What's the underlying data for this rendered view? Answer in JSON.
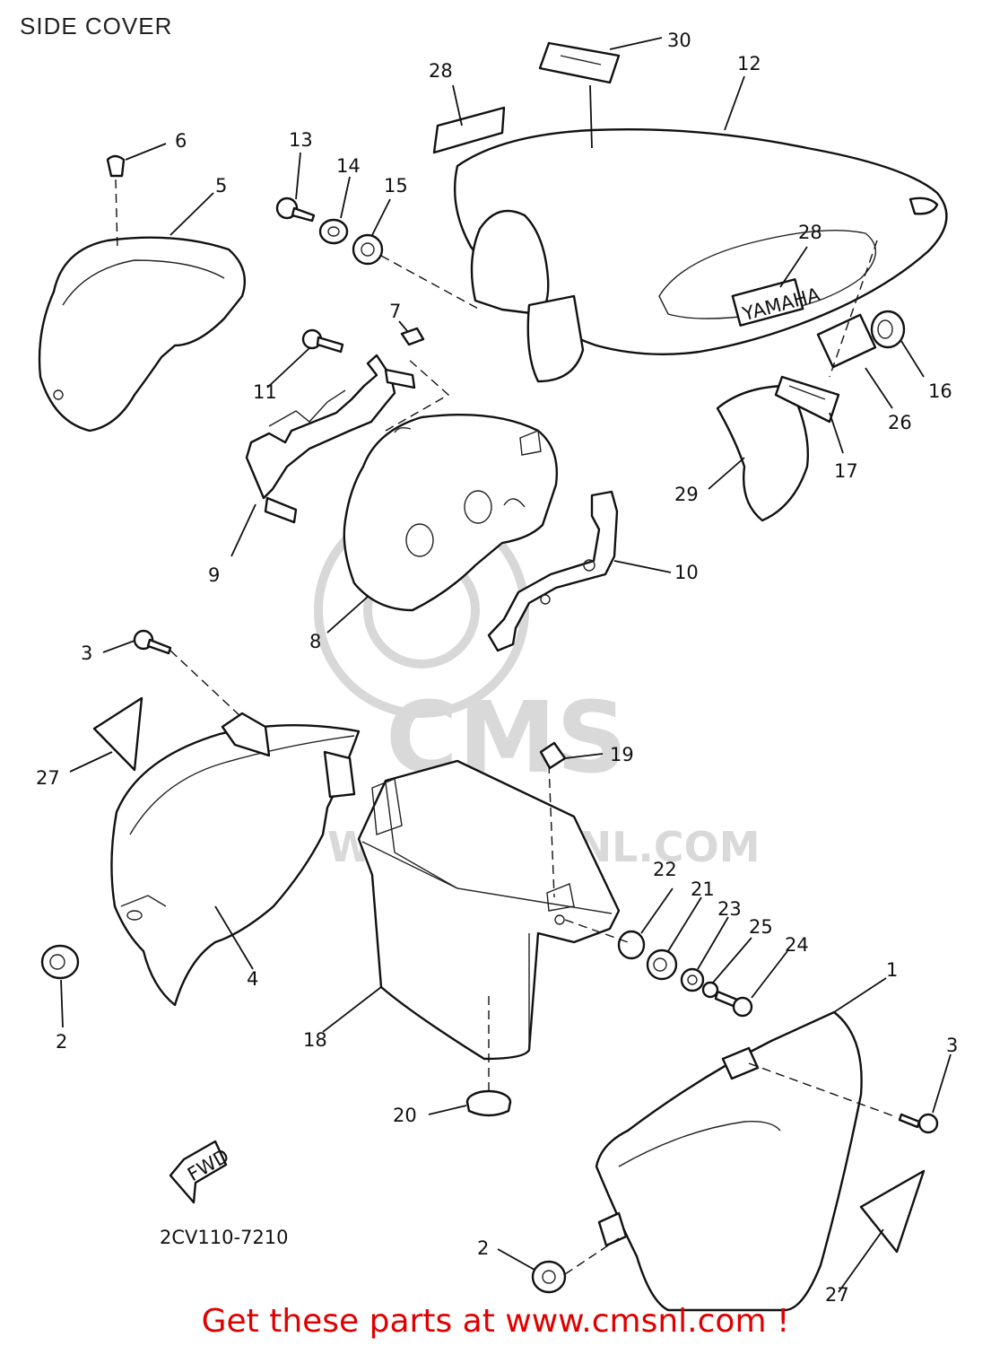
{
  "title": "SIDE COVER",
  "footer": "Get these parts at www.cmsnl.com !",
  "diagram_code": "2CV110-7210",
  "watermark": {
    "brand": "CMS",
    "url": "WWW.CMSNL.COM"
  },
  "decal_text": {
    "fwd": "FWD",
    "emblem": "YAMAHA"
  },
  "colors": {
    "ink": "#111111",
    "footer_red": "#e00000",
    "watermark": "#d8d8d8"
  },
  "callouts": [
    "30",
    "12",
    "28",
    "6",
    "5",
    "13",
    "14",
    "15",
    "28",
    "7",
    "11",
    "16",
    "26",
    "17",
    "29",
    "9",
    "10",
    "8",
    "3",
    "27",
    "19",
    "22",
    "21",
    "23",
    "25",
    "24",
    "1",
    "3",
    "4",
    "2",
    "18",
    "20",
    "2",
    "27"
  ]
}
